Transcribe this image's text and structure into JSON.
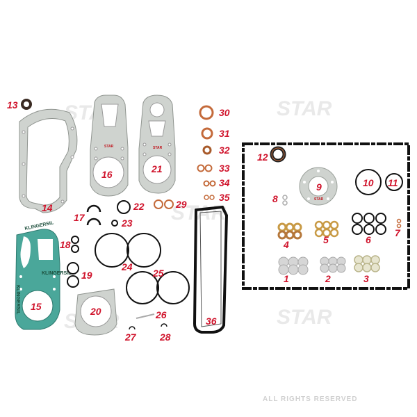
{
  "watermark": {
    "brand": "STAR",
    "rights": "ALL RIGHTS RESERVED"
  },
  "brand_mark": "STAR",
  "material_print": "KLINGERSIL",
  "colors": {
    "label": "#d0142c",
    "gasket_gray": "#cfd3cf",
    "gasket_green": "#4aa79a",
    "copper": "#c46a3a",
    "brass": "#c89a45",
    "black_ring": "#111111"
  },
  "part_labels": [
    "1",
    "2",
    "3",
    "4",
    "5",
    "6",
    "7",
    "8",
    "9",
    "10",
    "11",
    "12",
    "13",
    "14",
    "15",
    "16",
    "17",
    "18",
    "19",
    "20",
    "21",
    "22",
    "23",
    "24",
    "25",
    "26",
    "27",
    "28",
    "29",
    "30",
    "31",
    "32",
    "33",
    "34",
    "35",
    "36"
  ]
}
